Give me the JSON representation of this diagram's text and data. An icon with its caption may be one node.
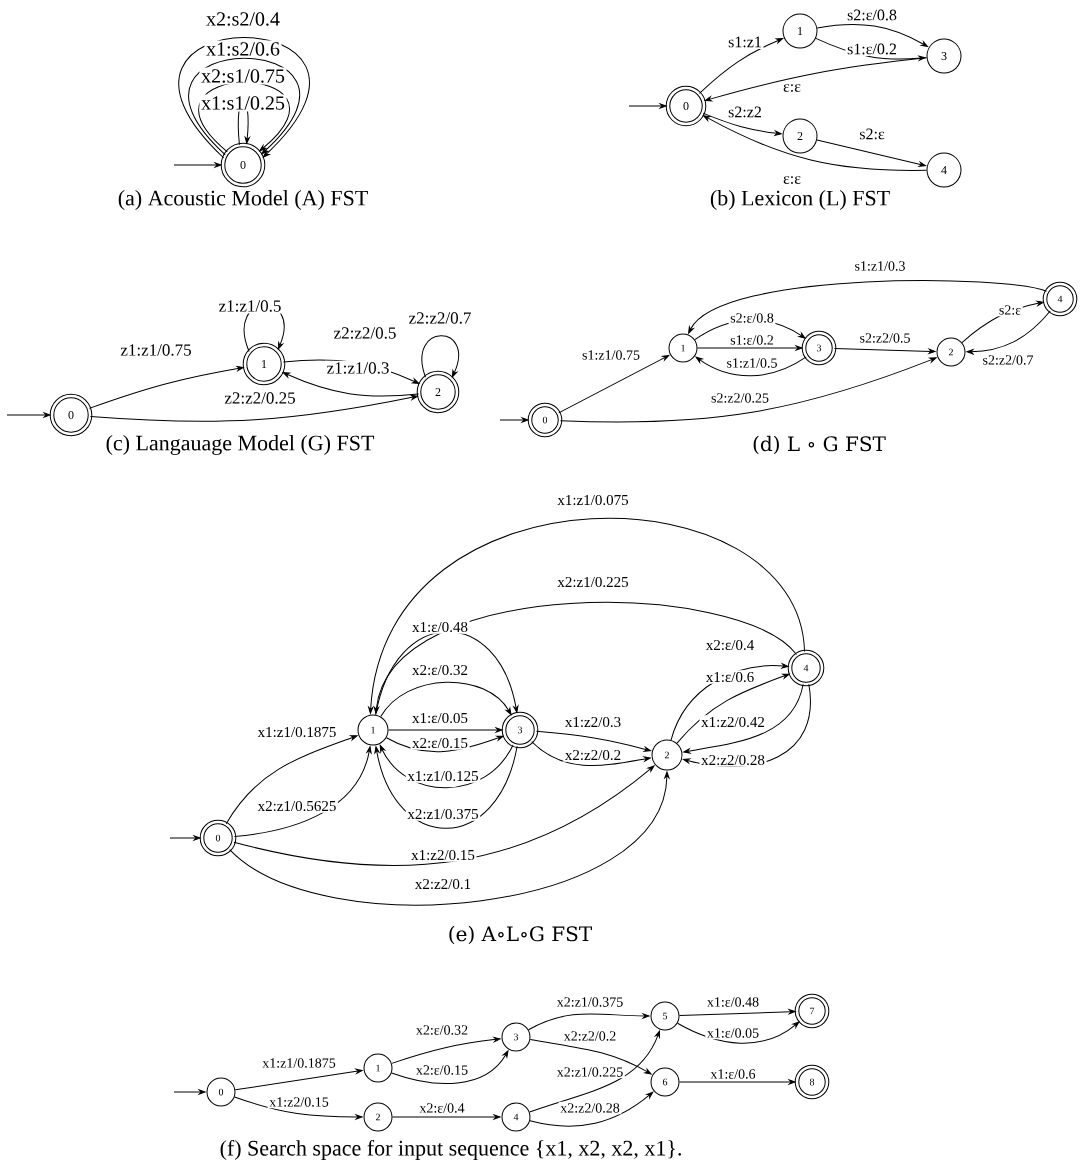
{
  "diagram": {
    "nodes": [
      {
        "text": [
          "0"
        ]
      },
      {
        "text": [
          "0"
        ]
      },
      {
        "text": [
          "1"
        ]
      },
      {
        "text": [
          "3"
        ]
      },
      {
        "text": [
          "2"
        ]
      },
      {
        "text": [
          "4"
        ]
      },
      {
        "text": [
          "0"
        ]
      },
      {
        "text": [
          "1"
        ]
      },
      {
        "text": [
          "2"
        ]
      },
      {
        "text": [
          "0"
        ]
      },
      {
        "text": [
          "1"
        ]
      },
      {
        "text": [
          "3"
        ]
      },
      {
        "text": [
          "2"
        ]
      },
      {
        "text": [
          "4"
        ]
      },
      {
        "text": [
          "0"
        ]
      },
      {
        "text": [
          "1"
        ]
      },
      {
        "text": [
          "3"
        ]
      },
      {
        "text": [
          "2"
        ]
      },
      {
        "text": [
          "4"
        ]
      },
      {
        "text": [
          "0"
        ]
      },
      {
        "text": [
          "1"
        ]
      },
      {
        "text": [
          "2"
        ]
      },
      {
        "text": [
          "3"
        ]
      },
      {
        "text": [
          "4"
        ]
      },
      {
        "text": [
          "5"
        ]
      },
      {
        "text": [
          "6"
        ]
      },
      {
        "text": [
          "7"
        ]
      },
      {
        "text": [
          "8"
        ]
      }
    ],
    "edges": [
      {
        "from": null,
        "to": 0,
        "arrow": "to"
      },
      {
        "from": 0,
        "to": 0,
        "arrow": "to",
        "label": "x2:s2/0.4"
      },
      {
        "from": 0,
        "to": 0,
        "arrow": "to",
        "label": "x1:s2/0.6"
      },
      {
        "from": 0,
        "to": 0,
        "arrow": "to",
        "label": "x2:s1/0.75"
      },
      {
        "from": 0,
        "to": 0,
        "arrow": "to",
        "label": "x1:s1/0.25"
      },
      {
        "from": null,
        "to": 1,
        "arrow": "to"
      },
      {
        "from": 1,
        "to": 2,
        "arrow": "to",
        "label": "s1:z1"
      },
      {
        "from": 2,
        "to": 3,
        "arrow": "to",
        "label": "s2:ε/0.8"
      },
      {
        "from": 2,
        "to": 3,
        "arrow": "to",
        "label": "s1:ε/0.2"
      },
      {
        "from": 3,
        "to": 1,
        "arrow": "to",
        "label": "ε:ε"
      },
      {
        "from": 1,
        "to": 4,
        "arrow": "to",
        "label": "s2:z2"
      },
      {
        "from": 4,
        "to": 5,
        "arrow": "to",
        "label": "s2:ε"
      },
      {
        "from": 5,
        "to": 1,
        "arrow": "to",
        "label": "ε:ε"
      },
      {
        "from": null,
        "to": 6,
        "arrow": "to"
      },
      {
        "from": 6,
        "to": 7,
        "arrow": "to",
        "label": "z1:z1/0.75"
      },
      {
        "from": 7,
        "to": 7,
        "arrow": "to",
        "label": "z1:z1/0.5"
      },
      {
        "from": 7,
        "to": 8,
        "arrow": "to",
        "label": "z2:z2/0.5"
      },
      {
        "from": 8,
        "to": 8,
        "arrow": "to",
        "label": "z2:z2/0.7"
      },
      {
        "from": 8,
        "to": 7,
        "arrow": "to",
        "label": "z1:z1/0.3"
      },
      {
        "from": 6,
        "to": 8,
        "arrow": "to",
        "label": "z2:z2/0.25"
      },
      {
        "from": null,
        "to": 9,
        "arrow": "to"
      },
      {
        "from": 9,
        "to": 10,
        "arrow": "to",
        "label": "s1:z1/0.75"
      },
      {
        "from": 10,
        "to": 11,
        "arrow": "to",
        "label": "s2:ε/0.8"
      },
      {
        "from": 10,
        "to": 11,
        "arrow": "to",
        "label": "s1:ε/0.2"
      },
      {
        "from": 11,
        "to": 10,
        "arrow": "to",
        "label": "s1:z1/0.5"
      },
      {
        "from": 11,
        "to": 12,
        "arrow": "to",
        "label": "s2:z2/0.5"
      },
      {
        "from": 12,
        "to": 13,
        "arrow": "to",
        "label": "s2:ε"
      },
      {
        "from": 13,
        "to": 12,
        "arrow": "to",
        "label": "s2:z2/0.7"
      },
      {
        "from": 13,
        "to": 10,
        "arrow": "to",
        "label": "s1:z1/0.3"
      },
      {
        "from": 9,
        "to": 12,
        "arrow": "to",
        "label": "s2:z2/0.25"
      },
      {
        "from": null,
        "to": 14,
        "arrow": "to"
      },
      {
        "from": 14,
        "to": 15,
        "arrow": "to",
        "label": "x1:z1/0.1875"
      },
      {
        "from": 14,
        "to": 15,
        "arrow": "to",
        "label": "x2:z1/0.5625"
      },
      {
        "from": 14,
        "to": 17,
        "arrow": "to",
        "label": "x1:z2/0.15"
      },
      {
        "from": 14,
        "to": 17,
        "arrow": "to",
        "label": "x2:z2/0.1"
      },
      {
        "from": 15,
        "to": 16,
        "arrow": "to",
        "label": "x1:ε/0.48"
      },
      {
        "from": 15,
        "to": 16,
        "arrow": "to",
        "label": "x2:ε/0.32"
      },
      {
        "from": 15,
        "to": 16,
        "arrow": "to",
        "label": "x1:ε/0.05"
      },
      {
        "from": 15,
        "to": 16,
        "arrow": "to",
        "label": "x2:ε/0.15"
      },
      {
        "from": 16,
        "to": 15,
        "arrow": "to",
        "label": "x1:z1/0.125"
      },
      {
        "from": 16,
        "to": 15,
        "arrow": "to",
        "label": "x2:z1/0.375"
      },
      {
        "from": 16,
        "to": 17,
        "arrow": "to",
        "label": "x1:z2/0.3"
      },
      {
        "from": 16,
        "to": 17,
        "arrow": "to",
        "label": "x2:z2/0.2"
      },
      {
        "from": 17,
        "to": 18,
        "arrow": "to",
        "label": "x2:ε/0.4"
      },
      {
        "from": 17,
        "to": 18,
        "arrow": "to",
        "label": "x1:ε/0.6"
      },
      {
        "from": 18,
        "to": 17,
        "arrow": "to",
        "label": "x1:z2/0.42"
      },
      {
        "from": 18,
        "to": 17,
        "arrow": "to",
        "label": "x2:z2/0.28"
      },
      {
        "from": 18,
        "to": 15,
        "arrow": "to",
        "label": "x1:z1/0.075"
      },
      {
        "from": 18,
        "to": 15,
        "arrow": "to",
        "label": "x2:z1/0.225"
      },
      {
        "from": null,
        "to": 19,
        "arrow": "to"
      },
      {
        "from": 19,
        "to": 20,
        "arrow": "to",
        "label": "x1:z1/0.1875"
      },
      {
        "from": 19,
        "to": 21,
        "arrow": "to",
        "label": "x1:z2/0.15"
      },
      {
        "from": 20,
        "to": 22,
        "arrow": "to",
        "label": "x2:ε/0.32"
      },
      {
        "from": 20,
        "to": 22,
        "arrow": "to",
        "label": "x2:ε/0.15"
      },
      {
        "from": 21,
        "to": 23,
        "arrow": "to",
        "label": "x2:ε/0.4"
      },
      {
        "from": 22,
        "to": 24,
        "arrow": "to",
        "label": "x2:z1/0.375"
      },
      {
        "from": 22,
        "to": 25,
        "arrow": "to",
        "label": "x2:z2/0.2"
      },
      {
        "from": 23,
        "to": 24,
        "arrow": "to",
        "label": "x2:z1/0.225"
      },
      {
        "from": 23,
        "to": 25,
        "arrow": "to",
        "label": "x2:z2/0.28"
      },
      {
        "from": 24,
        "to": 26,
        "arrow": "to",
        "label": "x1:ε/0.48"
      },
      {
        "from": 24,
        "to": 26,
        "arrow": "to",
        "label": "x1:ε/0.05"
      },
      {
        "from": 25,
        "to": 27,
        "arrow": "to",
        "label": "x1:ε/0.6"
      }
    ],
    "labels": [
      "(a) Acoustic Model (A) FST",
      "(b) Lexicon (L) FST",
      "(c) Langauage Model (G) FST",
      "(d) L ∘ G FST",
      "(e) A∘L∘G FST",
      "(f) Search space for input sequence {x1, x2, x2, x1}."
    ]
  }
}
